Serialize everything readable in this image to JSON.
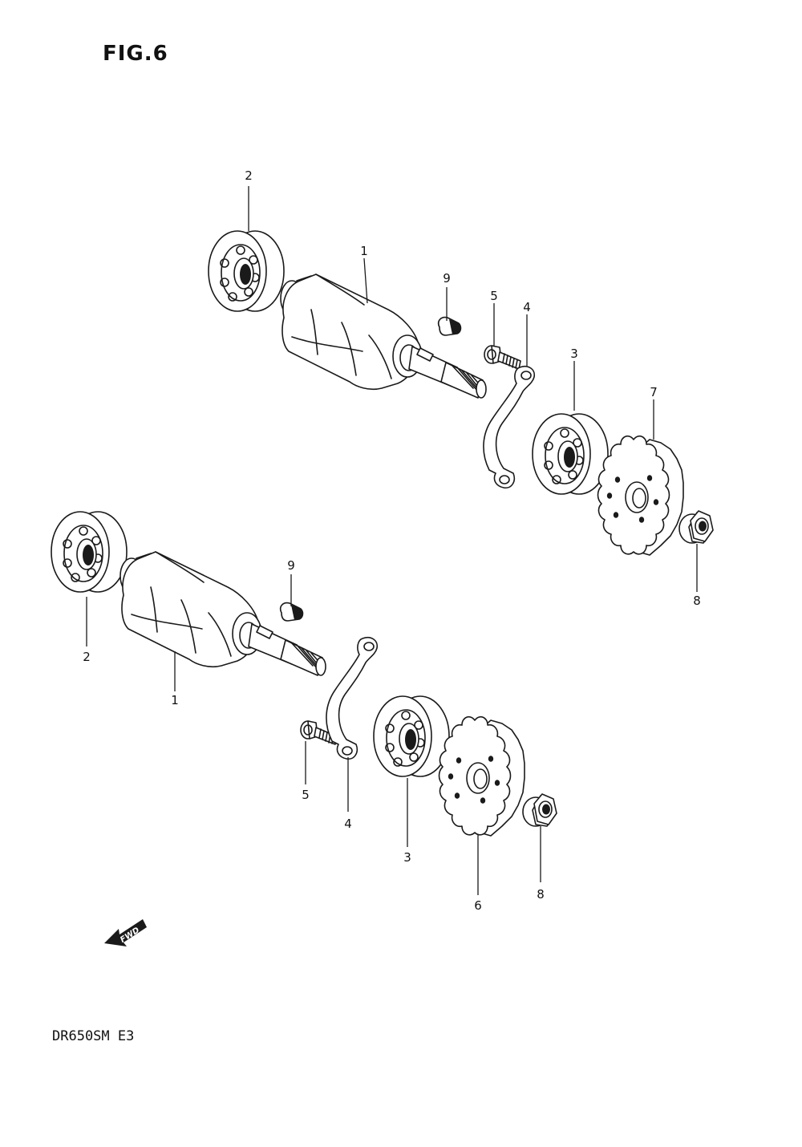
{
  "figure": {
    "title": "FIG.6"
  },
  "model_code": "DR650SM E3",
  "fwd_label": "FWD",
  "callouts": {
    "top": {
      "part_1": "1",
      "part_2": "2",
      "part_3": "3",
      "part_4": "4",
      "part_5": "5",
      "part_7": "7",
      "part_8": "8",
      "part_9": "9"
    },
    "bottom": {
      "part_1": "1",
      "part_2": "2",
      "part_3": "3",
      "part_4": "4",
      "part_5": "5",
      "part_6": "6",
      "part_8": "8",
      "part_9": "9"
    }
  }
}
